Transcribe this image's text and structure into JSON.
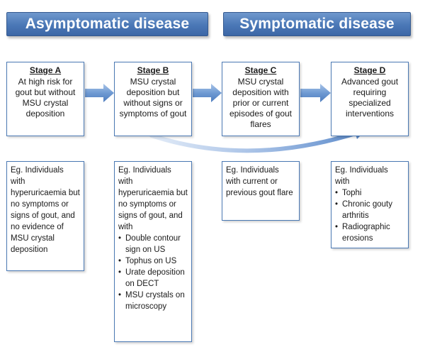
{
  "banners": {
    "asymptomatic": "Asymptomatic disease",
    "symptomatic": "Symptomatic disease"
  },
  "stages": [
    {
      "title": "Stage A",
      "text": "At high risk for gout but without MSU crystal deposition"
    },
    {
      "title": "Stage B",
      "text": "MSU crystal deposition but without signs or symptoms of gout"
    },
    {
      "title": "Stage C",
      "text": "MSU crystal deposition with prior or current episodes of gout flares"
    },
    {
      "title": "Stage D",
      "text": "Advanced gout requiring specialized interventions"
    }
  ],
  "examples": [
    {
      "intro": "Eg. Individuals with hyperuricaemia but no symptoms or signs of gout, and no evidence of MSU crystal deposition",
      "bullets": []
    },
    {
      "intro": "Eg. Individuals with hyperuricaemia but no symptoms or signs of gout, and with",
      "bullets": [
        "Double contour sign on US",
        "Tophus on US",
        "Urate deposition on DECT",
        "MSU crystals on microscopy"
      ]
    },
    {
      "intro": "Eg. Individuals with current or previous gout flare",
      "bullets": []
    },
    {
      "intro": "Eg. Individuals with",
      "bullets": [
        "Tophi",
        "Chronic gouty arthritis",
        "Radiographic erosions"
      ]
    }
  ],
  "colors": {
    "banner": "#4a77b6",
    "box_border": "#4a78b3",
    "arrow": "#6f9ad3"
  }
}
